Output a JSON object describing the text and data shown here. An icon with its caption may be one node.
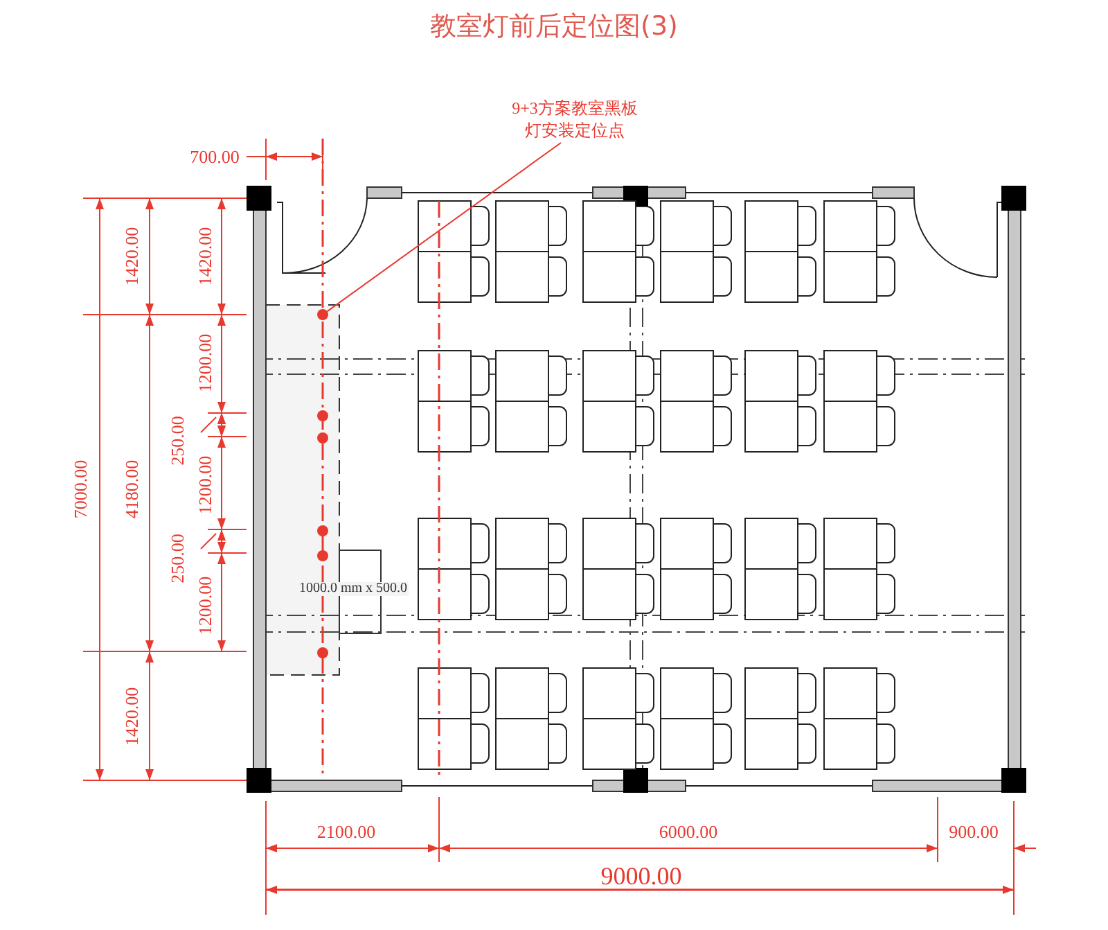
{
  "diagram": {
    "title": "教室灯前后定位图(3)",
    "nodes": [
      {
        "text": [
          "9+3方案教室黑板灯安装定位点"
        ]
      },
      {
        "text": [],
        "shape": "circle"
      }
    ],
    "edges": [
      {
        "from": 0,
        "to": 1,
        "arrow": "none"
      }
    ],
    "labels": [
      "700.00",
      "1420.00",
      "1420.00",
      "7000.00",
      "4180.00",
      "1200.00",
      "250.00",
      "1200.00",
      "250.00",
      "1200.00",
      "1000.0 mm x 500.0",
      "1420.00",
      "2100.00",
      "6000.00",
      "900.00",
      "9000.00"
    ]
  }
}
